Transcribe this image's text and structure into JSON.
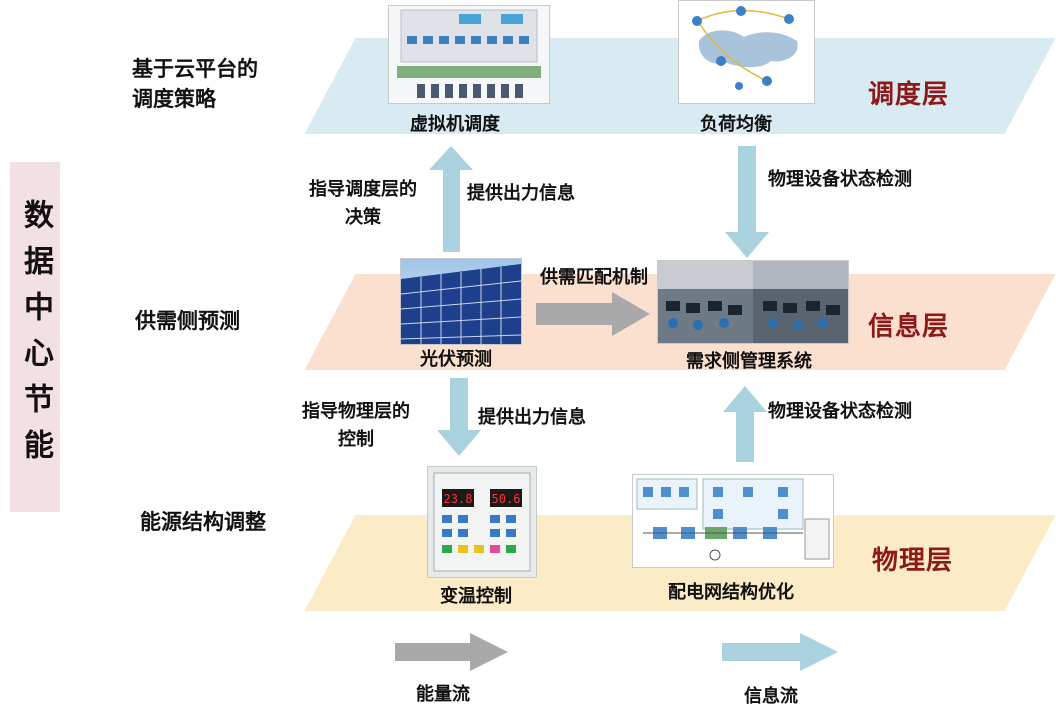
{
  "main_title": "数据中心节能",
  "left_labels": {
    "scheduling_strategy": "基于云平台的调度策略",
    "supply_demand_prediction": "供需侧预测",
    "energy_structure": "能源结构调整"
  },
  "layers": {
    "scheduling": "调度层",
    "information": "信息层",
    "physical": "物理层"
  },
  "captions": {
    "vm_scheduling": "虚拟机调度",
    "load_balancing": "负荷均衡",
    "pv_prediction": "光伏预测",
    "demand_management": "需求侧管理系统",
    "temperature_control": "变温控制",
    "grid_optimization": "配电网结构优化"
  },
  "arrow_labels": {
    "guide_scheduling": "指导调度层的决策",
    "provide_output_upper": "提供出力信息",
    "device_monitor_upper": "物理设备状态检测",
    "supply_demand_matching": "供需匹配机制",
    "guide_physical": "指导物理层的控制",
    "provide_output_lower": "提供出力信息",
    "device_monitor_lower": "物理设备状态检测"
  },
  "legend": {
    "energy_flow": "能量流",
    "info_flow": "信息流"
  },
  "colors": {
    "gray_arrow": "#a9a9a9",
    "blue_arrow": "#a9d1de",
    "layer_top": "#d9ebf2",
    "layer_mid": "#fbe0d0",
    "layer_bot": "#fbebc7",
    "layer_name": "#8c1a1a"
  },
  "controller_display": {
    "left": "23.8",
    "right": "50.6"
  }
}
